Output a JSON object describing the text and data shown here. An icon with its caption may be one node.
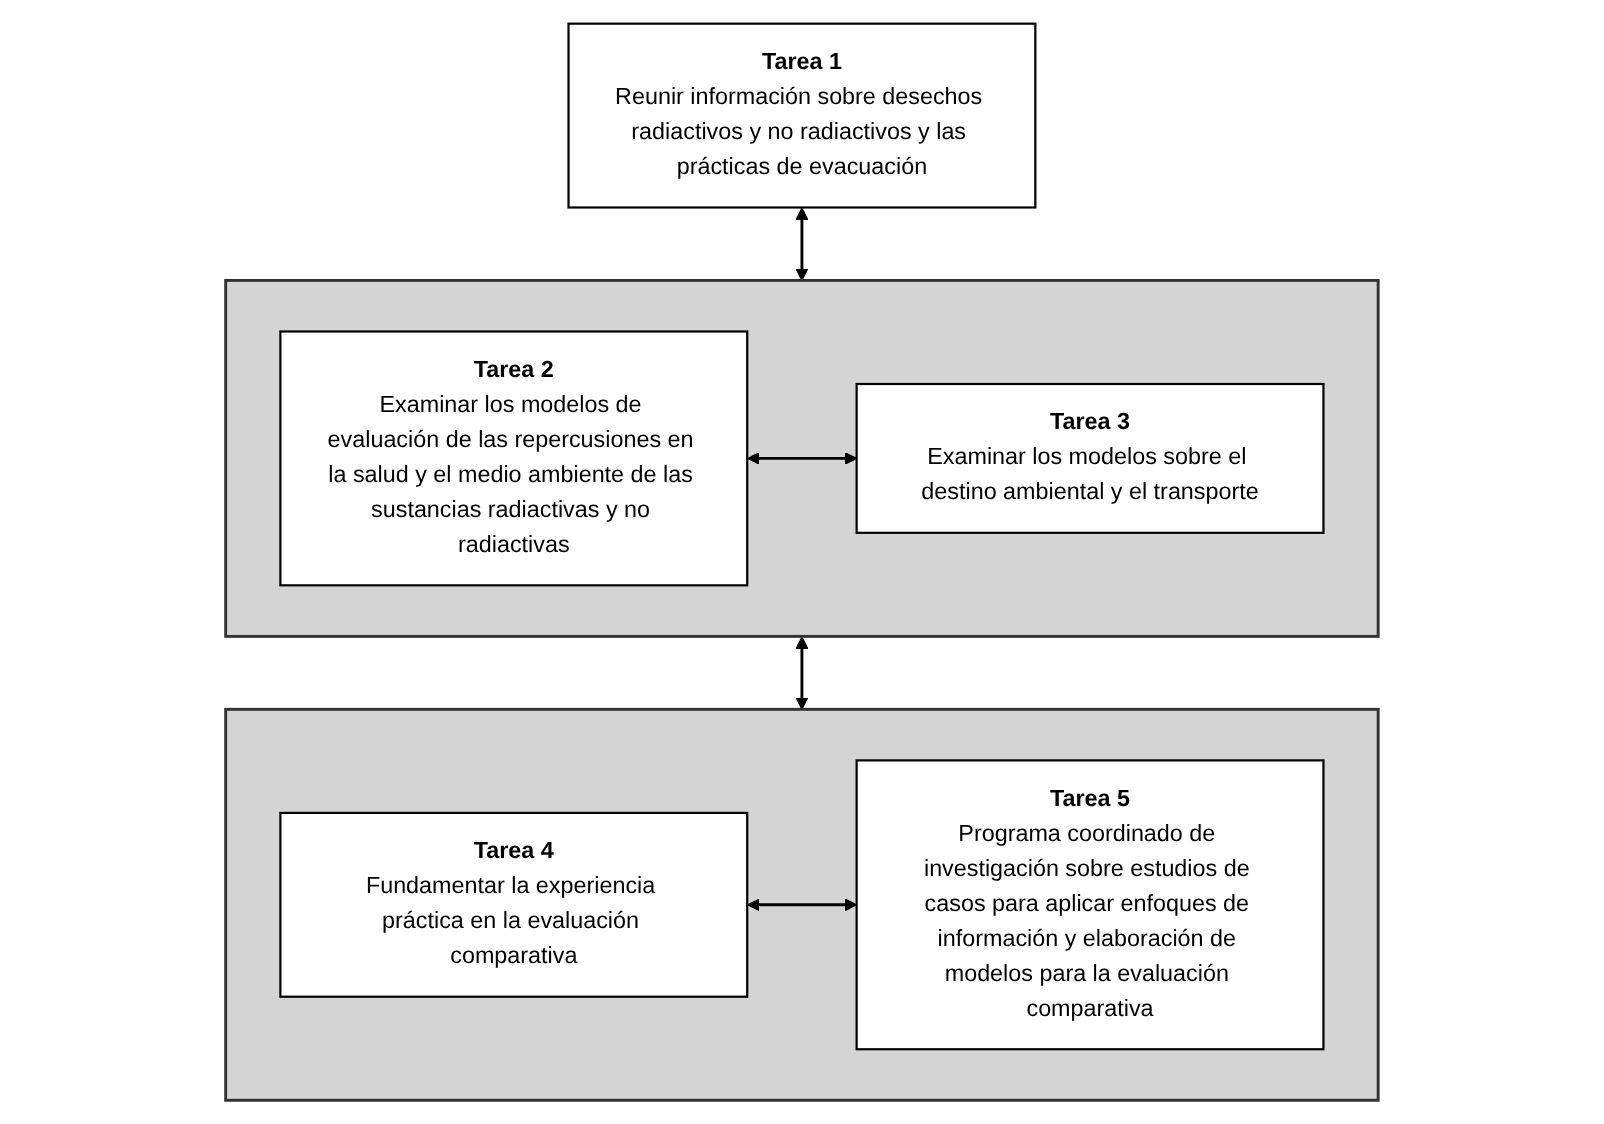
{
  "diagram": {
    "nodes": [
      {
        "text": [
          "Tarea 1",
          "Reunir información sobre desechos radiactivos y no radiactivos y las prácticas de evacuación"
        ]
      },
      {
        "text": [],
        "shape": "box"
      },
      {
        "text": [
          "Tarea 2",
          "Examinar los modelos de evaluación de las repercusiones en la salud y el medio ambiente de las sustancias radiactivas y no radiactivas"
        ],
        "in": 1
      },
      {
        "text": [
          "Tarea 3",
          "Examinar los modelos sobre el destino ambiental y el transporte"
        ],
        "in": 1
      },
      {
        "text": [],
        "shape": "box"
      },
      {
        "text": [
          "Tarea 4",
          "Fundamentar la experiencia práctica en la evaluación comparativa"
        ],
        "in": 4
      },
      {
        "text": [
          "Tarea 5",
          "Programa coordinado de investigación sobre estudios de casos para aplicar enfoques de información y elaboración de modelos para la evaluación comparativa"
        ],
        "in": 4
      }
    ],
    "edges": [
      {
        "from": 0,
        "to": 1,
        "arrow": "both"
      },
      {
        "from": 2,
        "to": 3,
        "arrow": "both"
      },
      {
        "from": 1,
        "to": 4,
        "arrow": "both"
      },
      {
        "from": 5,
        "to": 6,
        "arrow": "both"
      }
    ]
  }
}
